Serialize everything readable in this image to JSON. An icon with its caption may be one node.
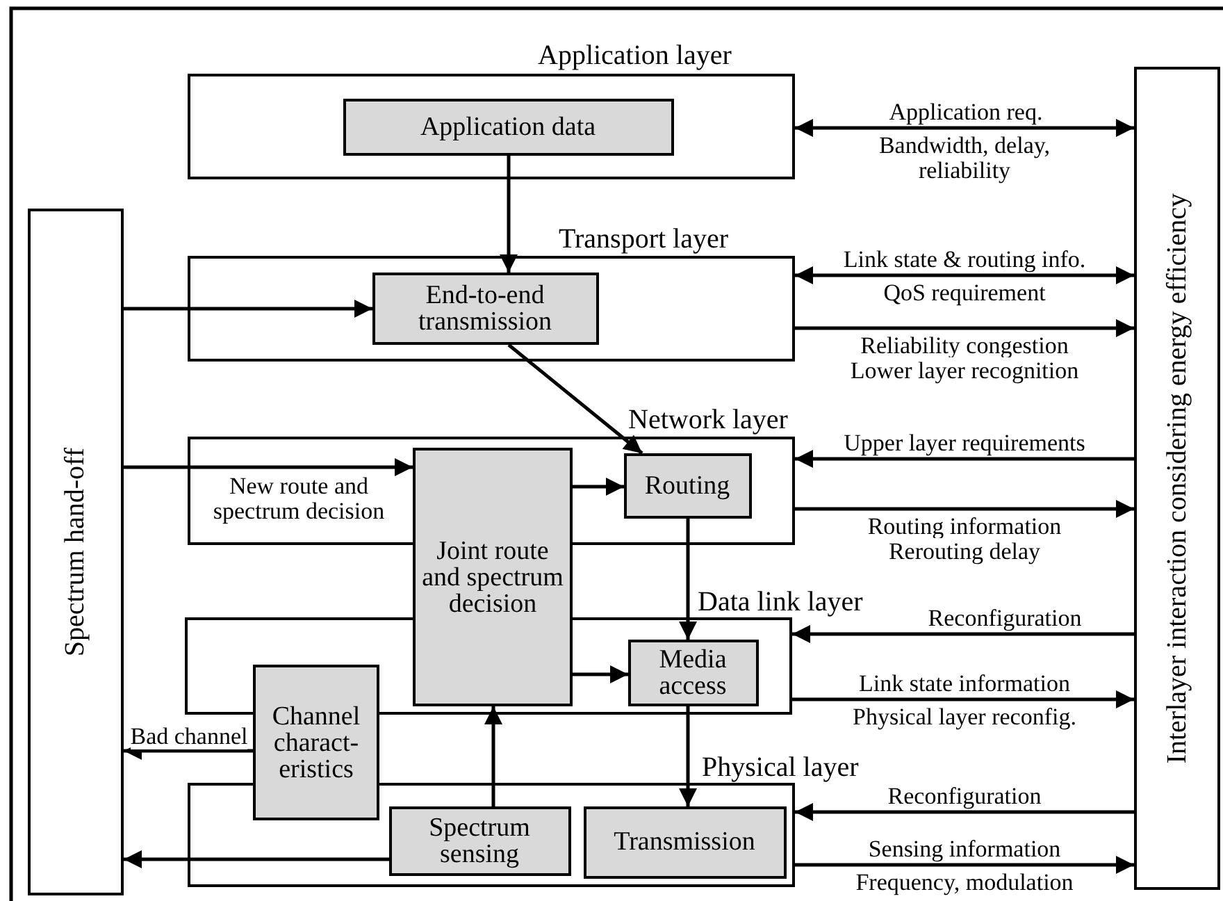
{
  "diagram": {
    "nodes": [
      {
        "text": [
          "Application layer"
        ]
      },
      {
        "text": [
          "Application data"
        ],
        "in": 0
      },
      {
        "text": [
          "Transport layer"
        ]
      },
      {
        "text": [
          "End-to-end transmission"
        ],
        "in": 2
      },
      {
        "text": [
          "Network layer"
        ]
      },
      {
        "text": [
          "Routing"
        ],
        "in": 4
      },
      {
        "text": [
          "Joint route and spectrum decision"
        ]
      },
      {
        "text": [
          "Data link layer"
        ]
      },
      {
        "text": [
          "Media access"
        ],
        "in": 7
      },
      {
        "text": [
          "Channel charact-eristics"
        ]
      },
      {
        "text": [
          "Physical layer"
        ]
      },
      {
        "text": [
          "Spectrum sensing"
        ],
        "in": 10
      },
      {
        "text": [
          "Transmission"
        ],
        "in": 10
      },
      {
        "text": [
          "Spectrum hand-off"
        ]
      },
      {
        "text": [
          "Interlayer interaction considering energy efficiency"
        ]
      }
    ],
    "edges": [
      {
        "from": 1,
        "to": 3,
        "arrow": "to"
      },
      {
        "from": 13,
        "to": 3,
        "arrow": "to"
      },
      {
        "from": 3,
        "to": 5,
        "arrow": "to"
      },
      {
        "from": 13,
        "to": 6,
        "arrow": "to",
        "label": "New route and spectrum decision"
      },
      {
        "from": 6,
        "to": 5,
        "arrow": "to"
      },
      {
        "from": 5,
        "to": 8,
        "arrow": "to"
      },
      {
        "from": 6,
        "to": 8,
        "arrow": "to"
      },
      {
        "from": 8,
        "to": 12,
        "arrow": "to"
      },
      {
        "from": 11,
        "to": 6,
        "arrow": "to"
      },
      {
        "from": 9,
        "to": 13,
        "arrow": "to",
        "label": "Bad channel"
      },
      {
        "from": 11,
        "to": 13,
        "arrow": "to"
      },
      {
        "from": 0,
        "to": 14,
        "arrow": "both",
        "label": "Application req."
      },
      {
        "from": 2,
        "to": 14,
        "arrow": "both",
        "label": "Link state & routing info."
      },
      {
        "from": 2,
        "to": 14,
        "arrow": "to",
        "label": "Reliability congestion Lower layer recognition"
      },
      {
        "from": 14,
        "to": 4,
        "arrow": "to",
        "label": "Upper layer requirements"
      },
      {
        "from": 4,
        "to": 14,
        "arrow": "to",
        "label": "Routing information Rerouting delay"
      },
      {
        "from": 14,
        "to": 7,
        "arrow": "to",
        "label": "Reconfiguration"
      },
      {
        "from": 7,
        "to": 14,
        "arrow": "to",
        "label": "Link state information"
      },
      {
        "from": 14,
        "to": 10,
        "arrow": "to",
        "label": "Reconfiguration"
      },
      {
        "from": 10,
        "to": 14,
        "arrow": "to",
        "label": "Sensing information"
      }
    ],
    "labels": [
      "Bandwidth, delay, reliability",
      "QoS requirement",
      "Physical layer reconfig.",
      "Frequency, modulation"
    ]
  }
}
